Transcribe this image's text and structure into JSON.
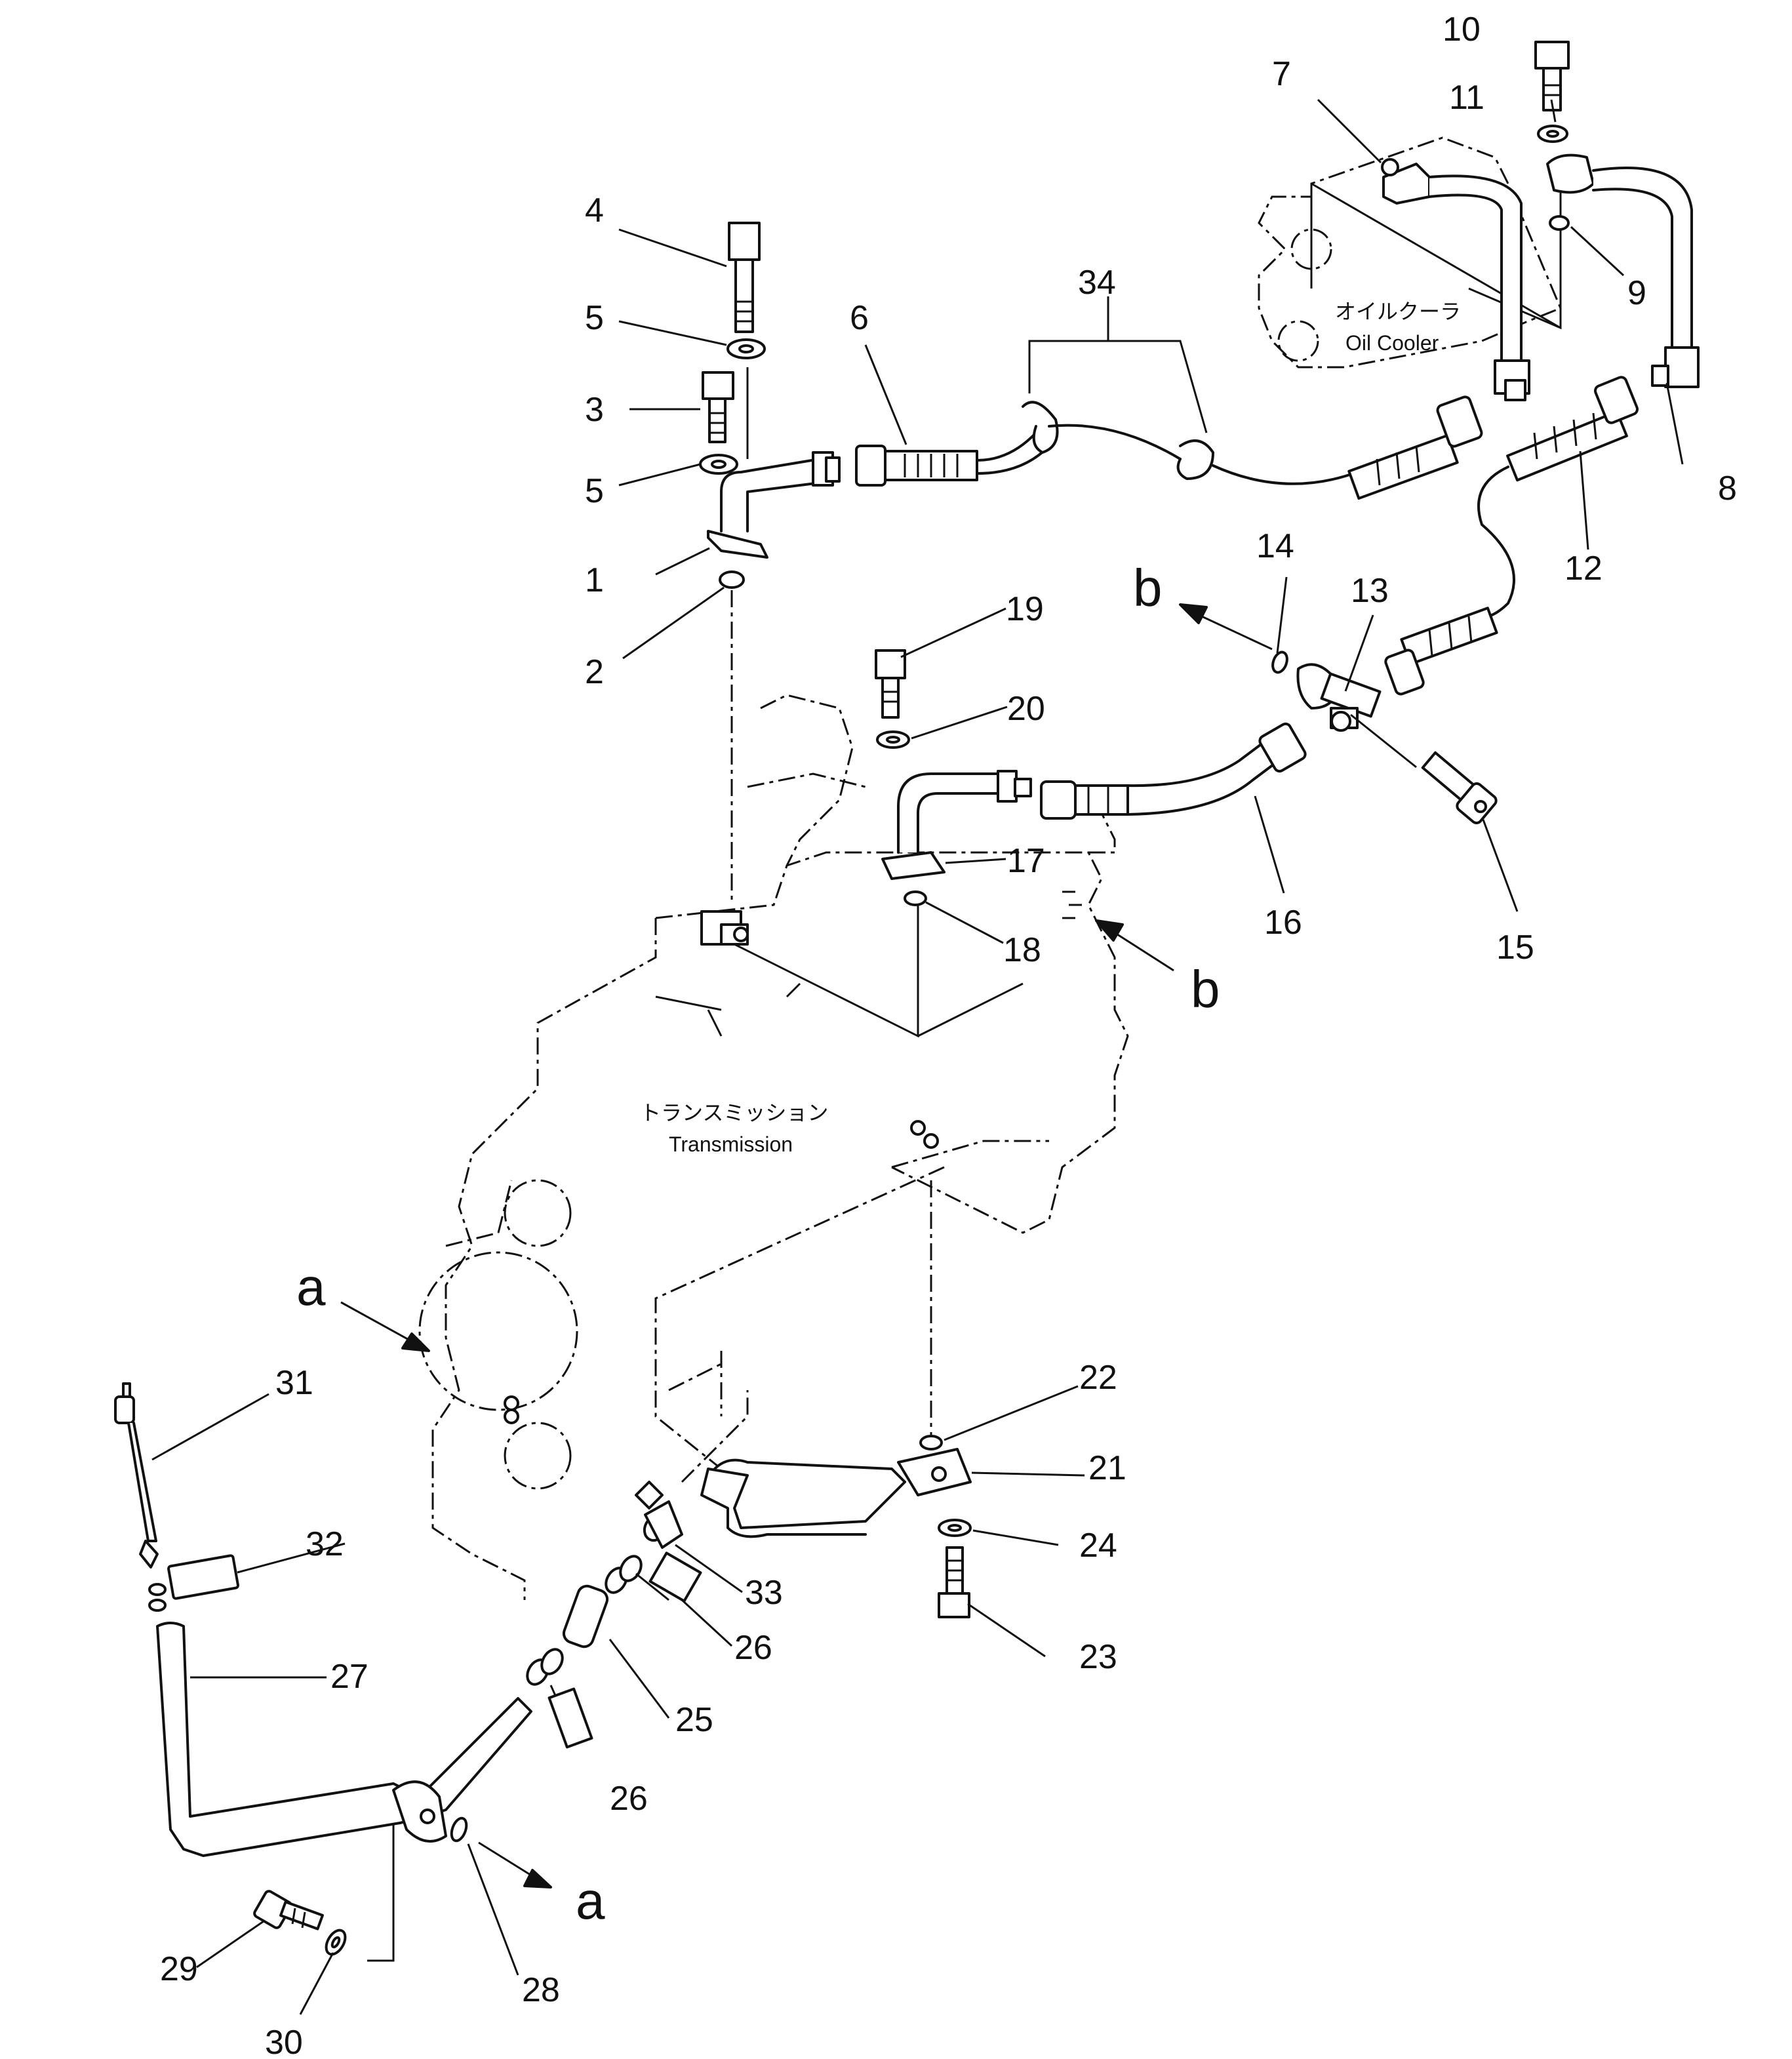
{
  "part_numbers": [
    {
      "id": "n1",
      "text": "1"
    },
    {
      "id": "n2",
      "text": "2"
    },
    {
      "id": "n3",
      "text": "3"
    },
    {
      "id": "n4",
      "text": "4"
    },
    {
      "id": "n5a",
      "text": "5"
    },
    {
      "id": "n5b",
      "text": "5"
    },
    {
      "id": "n6",
      "text": "6"
    },
    {
      "id": "n7",
      "text": "7"
    },
    {
      "id": "n8",
      "text": "8"
    },
    {
      "id": "n9",
      "text": "9"
    },
    {
      "id": "n10",
      "text": "10"
    },
    {
      "id": "n11",
      "text": "11"
    },
    {
      "id": "n12",
      "text": "12"
    },
    {
      "id": "n13",
      "text": "13"
    },
    {
      "id": "n14",
      "text": "14"
    },
    {
      "id": "n15",
      "text": "15"
    },
    {
      "id": "n16",
      "text": "16"
    },
    {
      "id": "n17",
      "text": "17"
    },
    {
      "id": "n18",
      "text": "18"
    },
    {
      "id": "n19",
      "text": "19"
    },
    {
      "id": "n20",
      "text": "20"
    },
    {
      "id": "n21",
      "text": "21"
    },
    {
      "id": "n22",
      "text": "22"
    },
    {
      "id": "n23",
      "text": "23"
    },
    {
      "id": "n24",
      "text": "24"
    },
    {
      "id": "n25",
      "text": "25"
    },
    {
      "id": "n26a",
      "text": "26"
    },
    {
      "id": "n26b",
      "text": "26"
    },
    {
      "id": "n27",
      "text": "27"
    },
    {
      "id": "n28",
      "text": "28"
    },
    {
      "id": "n29",
      "text": "29"
    },
    {
      "id": "n30",
      "text": "30"
    },
    {
      "id": "n31",
      "text": "31"
    },
    {
      "id": "n32",
      "text": "32"
    },
    {
      "id": "n33",
      "text": "33"
    },
    {
      "id": "n34",
      "text": "34"
    }
  ],
  "section_markers": [
    {
      "id": "b_out",
      "text": "b"
    },
    {
      "id": "b_in",
      "text": "b"
    },
    {
      "id": "a_in",
      "text": "a"
    },
    {
      "id": "a_out",
      "text": "a"
    }
  ],
  "captions": {
    "oil_cooler_jp": "オイルクーラ",
    "oil_cooler_en": "Oil Cooler",
    "transmission_jp": "トランスミッション",
    "transmission_en": "Transmission"
  }
}
